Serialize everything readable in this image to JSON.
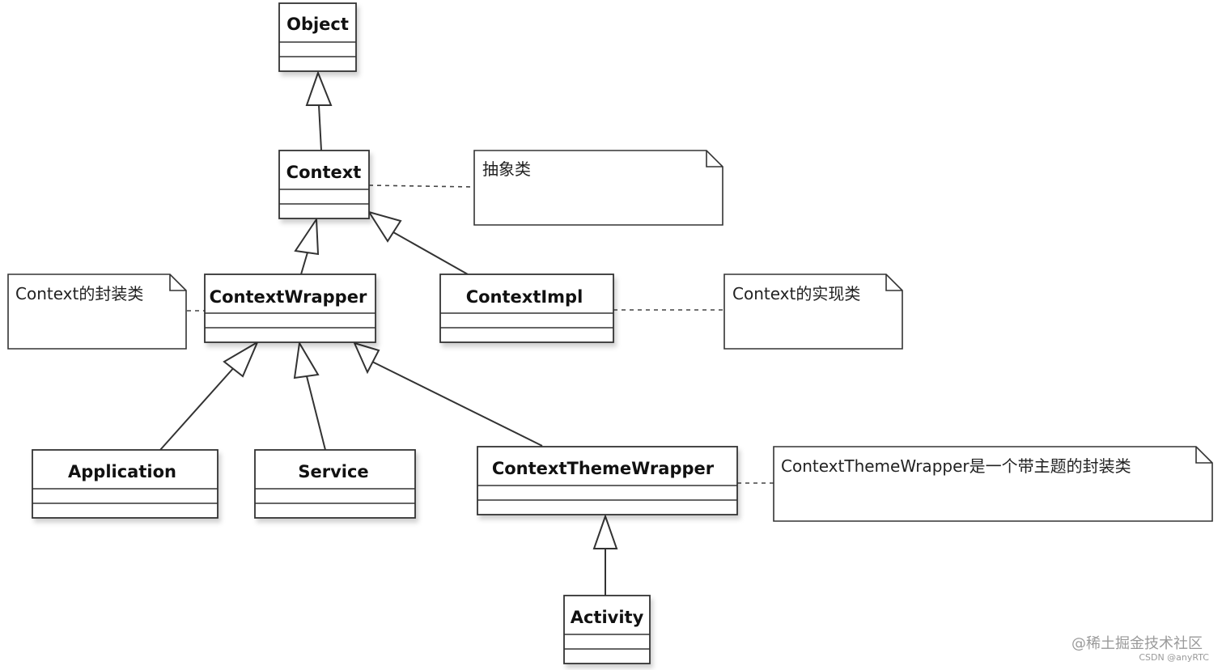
{
  "diagram": {
    "classes": {
      "object": "Object",
      "context": "Context",
      "context_wrapper": "ContextWrapper",
      "context_impl": "ContextImpl",
      "application": "Application",
      "service": "Service",
      "context_theme_wrapper": "ContextThemeWrapper",
      "activity": "Activity"
    },
    "notes": {
      "context_note": "抽象类",
      "wrapper_note": "Context的封装类",
      "impl_note": "Context的实现类",
      "theme_note": "ContextThemeWrapper是一个带主题的封装类"
    }
  },
  "watermark": {
    "main": "@稀土掘金技术社区",
    "sub": "CSDN @anyRTC"
  }
}
